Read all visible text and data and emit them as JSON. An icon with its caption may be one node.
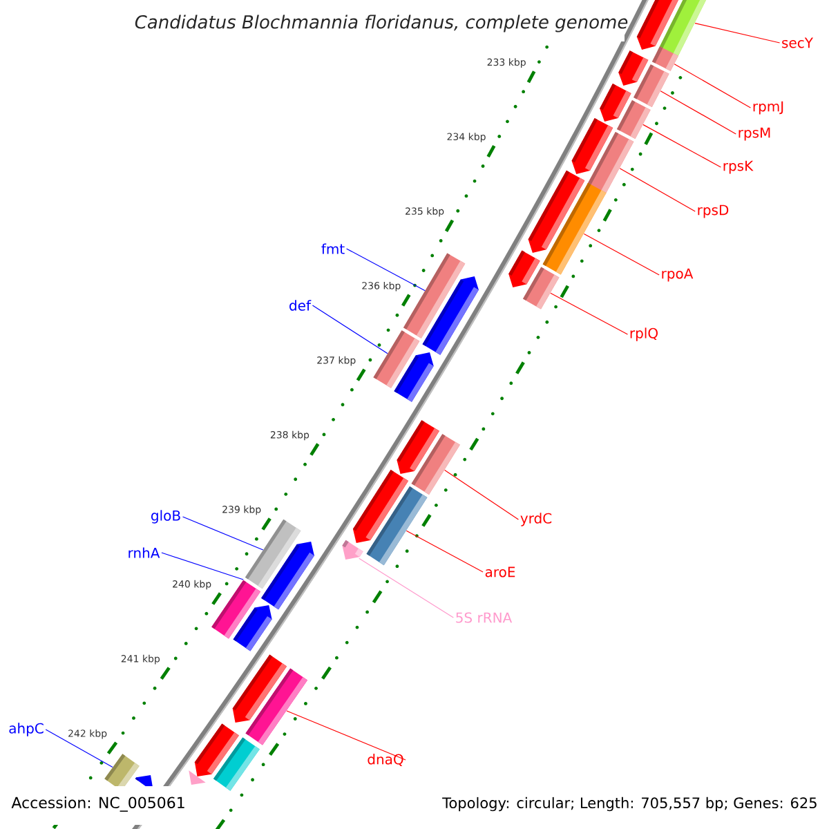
{
  "diagram": {
    "title": "Candidatus Blochmannia floridanus, complete genome",
    "nodes": [
      {
        "text": [
          "secY"
        ]
      },
      {
        "text": [],
        "shape": "bar"
      },
      {
        "text": [
          "rpmJ"
        ]
      },
      {
        "text": [],
        "shape": "bar"
      },
      {
        "text": [
          "rpsM"
        ]
      },
      {
        "text": [],
        "shape": "bar"
      },
      {
        "text": [
          "rpsK"
        ]
      },
      {
        "text": [],
        "shape": "bar"
      },
      {
        "text": [
          "rpsD"
        ]
      },
      {
        "text": [],
        "shape": "bar"
      },
      {
        "text": [
          "rpoA"
        ]
      },
      {
        "text": [],
        "shape": "bar"
      },
      {
        "text": [
          "rplQ"
        ]
      },
      {
        "text": [],
        "shape": "bar"
      },
      {
        "text": [
          "fmt"
        ]
      },
      {
        "text": [],
        "shape": "bar"
      },
      {
        "text": [
          "def"
        ]
      },
      {
        "text": [],
        "shape": "bar"
      },
      {
        "text": [
          "yrdC"
        ]
      },
      {
        "text": [],
        "shape": "bar"
      },
      {
        "text": [
          "aroE"
        ]
      },
      {
        "text": [],
        "shape": "bar"
      },
      {
        "text": [
          "5S rRNA"
        ]
      },
      {
        "text": [],
        "shape": "pentagon"
      },
      {
        "text": [
          "gloB"
        ]
      },
      {
        "text": [],
        "shape": "bar"
      },
      {
        "text": [
          "rnhA"
        ]
      },
      {
        "text": [],
        "shape": "bar"
      },
      {
        "text": [
          "dnaQ"
        ]
      },
      {
        "text": [],
        "shape": "bar"
      },
      {
        "text": [
          "ahpC"
        ]
      },
      {
        "text": [],
        "shape": "bar"
      },
      {
        "text": [],
        "shape": "pentagon"
      },
      {
        "text": [],
        "shape": "pentagon"
      },
      {
        "text": [],
        "shape": "pentagon"
      },
      {
        "text": [],
        "shape": "pentagon"
      },
      {
        "text": [],
        "shape": "pentagon"
      },
      {
        "text": [],
        "shape": "pentagon"
      },
      {
        "text": [],
        "shape": "pentagon"
      },
      {
        "text": [],
        "shape": "pentagon"
      },
      {
        "text": [],
        "shape": "pentagon"
      },
      {
        "text": [],
        "shape": "pentagon"
      },
      {
        "text": [],
        "shape": "pentagon"
      },
      {
        "text": [],
        "shape": "pentagon"
      },
      {
        "text": [],
        "shape": "pentagon"
      },
      {
        "text": [],
        "shape": "pentagon"
      },
      {
        "text": [],
        "shape": "bar"
      },
      {
        "text": [],
        "shape": "pentagon"
      },
      {
        "text": [],
        "shape": "pentagon"
      }
    ],
    "edges": [
      {
        "from": 0,
        "to": 1,
        "arrow": "none"
      },
      {
        "from": 2,
        "to": 3,
        "arrow": "none"
      },
      {
        "from": 4,
        "to": 5,
        "arrow": "none"
      },
      {
        "from": 6,
        "to": 7,
        "arrow": "none"
      },
      {
        "from": 8,
        "to": 9,
        "arrow": "none"
      },
      {
        "from": 10,
        "to": 11,
        "arrow": "none"
      },
      {
        "from": 12,
        "to": 13,
        "arrow": "none"
      },
      {
        "from": 14,
        "to": 15,
        "arrow": "none",
        "color": "#0000ff"
      },
      {
        "from": 16,
        "to": 17,
        "arrow": "none",
        "color": "#0000ff"
      },
      {
        "from": 18,
        "to": 19,
        "arrow": "none"
      },
      {
        "from": 20,
        "to": 21,
        "arrow": "none"
      },
      {
        "from": 22,
        "to": 23,
        "arrow": "none",
        "color": "#ff99cc"
      },
      {
        "from": 24,
        "to": 25,
        "arrow": "none",
        "color": "#0000ff"
      },
      {
        "from": 26,
        "to": 27,
        "arrow": "none",
        "color": "#0000ff"
      },
      {
        "from": 28,
        "to": 29,
        "arrow": "none"
      },
      {
        "from": 30,
        "to": 31,
        "arrow": "none",
        "color": "#0000ff"
      }
    ],
    "labels": [
      "233 kbp",
      "234 kbp",
      "235 kbp",
      "236 kbp",
      "237 kbp",
      "238 kbp",
      "239 kbp",
      "240 kbp",
      "241 kbp",
      "242 kbp",
      "Accession: NC_005061",
      "Topology: circular; Length: 705,557 bp; Genes: 625"
    ]
  }
}
